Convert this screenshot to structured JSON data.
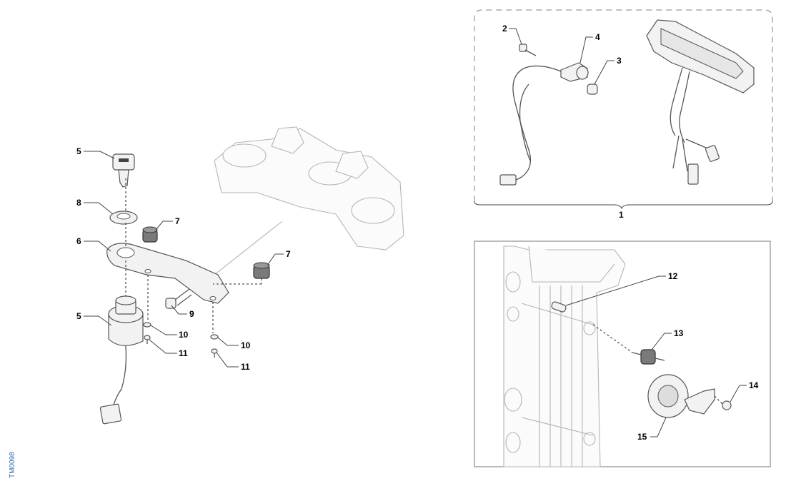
{
  "callouts": {
    "c1": "1",
    "c2": "2",
    "c3": "3",
    "c4": "4",
    "c5_key": "5",
    "c5_switch": "5",
    "c6": "6",
    "c7_left": "7",
    "c7_right": "7",
    "c8": "8",
    "c9": "9",
    "c10_left": "10",
    "c10_right": "10",
    "c11_left": "11",
    "c11_right": "11",
    "c12": "12",
    "c13": "13",
    "c14": "14",
    "c15": "15"
  },
  "document_code": "TM0098"
}
